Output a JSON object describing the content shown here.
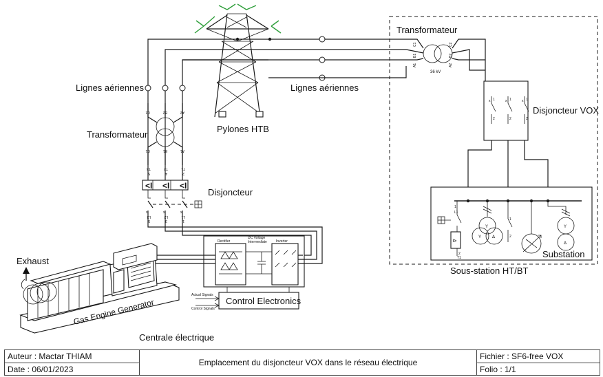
{
  "labels": {
    "transformateur_top": "Transformateur",
    "transformateur_left": "Transformateur",
    "lignes_left": "Lignes aériennes",
    "lignes_mid": "Lignes aériennes",
    "pylones": "Pylones HTB",
    "disjoncteur_vox": "Disjoncteur VOX",
    "disjoncteur": "Disjoncteur",
    "sous_station": "Sous-station HT/BT",
    "substation": "Substation",
    "exhaust": "Exhaust",
    "gas_engine": "Gas Engine Generator",
    "centrale": "Centrale électrique",
    "control_electronics": "Control Electronics",
    "rectifier": "Rectifier",
    "dc_voltage": "DC Voltage",
    "intermediate": "Intermediate",
    "inverter": "Inverter",
    "actual_signals": "Actual Signals",
    "control_signals": "Control Signals",
    "kv": "36 kV"
  },
  "terminals": {
    "top_xfmr_left": [
      "C1",
      "B1",
      "A1"
    ],
    "top_xfmr_right": [
      "C2",
      "B2",
      "A2"
    ],
    "left_xfmr_top": [
      "C2",
      "B2",
      "A2"
    ],
    "left_xfmr_bottom": [
      "C1",
      "B1",
      "A1"
    ],
    "breaker_top": [
      "T3",
      "T2",
      "T1"
    ],
    "breaker_top_num": [
      "5",
      "4",
      "2"
    ],
    "breaker_bottom": [
      "L3",
      "L2",
      "L1"
    ],
    "breaker_bottom_num": [
      "5",
      "3",
      "1"
    ],
    "vox_num_top": [
      "1",
      "1",
      "1"
    ],
    "vox_num_bottom": [
      "2",
      "2",
      "2"
    ],
    "sub_breaker": [
      "1",
      "L1",
      "2",
      "T1"
    ],
    "sub_breaker2": [
      "1",
      "2"
    ]
  },
  "title_block": {
    "auteur": "Auteur : Mactar THIAM",
    "date": "Date : 06/01/2023",
    "titre": "Emplacement du disjoncteur VOX dans le réseau électrique",
    "fichier": "Fichier : SF6-free VOX",
    "folio": "Folio : 1/1"
  },
  "colors": {
    "tower_wire": "#2e9e3a",
    "line": "#1a1a1a"
  }
}
